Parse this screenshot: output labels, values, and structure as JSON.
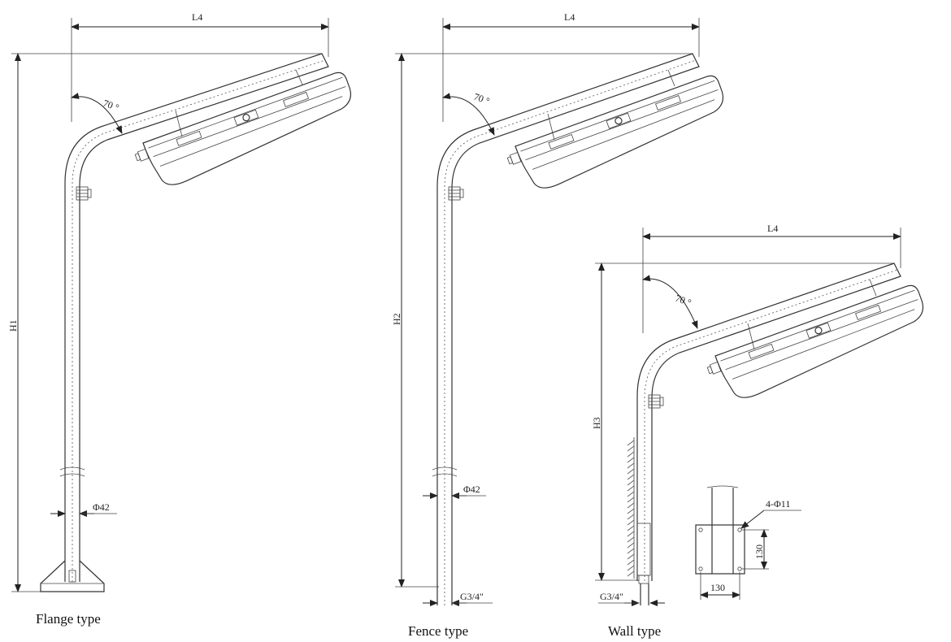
{
  "diagrams": [
    {
      "caption": "Flange type",
      "length_label": "L4",
      "height_label": "H1",
      "angle_label": "70 °",
      "pipe_diameter_label": "Φ42"
    },
    {
      "caption": "Fence type",
      "length_label": "L4",
      "height_label": "H2",
      "angle_label": "70 °",
      "pipe_diameter_label": "Φ42",
      "thread_label": "G3/4\""
    },
    {
      "caption": "Wall type",
      "length_label": "L4",
      "height_label": "H3",
      "angle_label": "70 °",
      "thread_label": "G3/4\""
    }
  ],
  "wall_plate": {
    "holes_label": "4-Φ11",
    "height_label": "130",
    "width_label": "130"
  }
}
